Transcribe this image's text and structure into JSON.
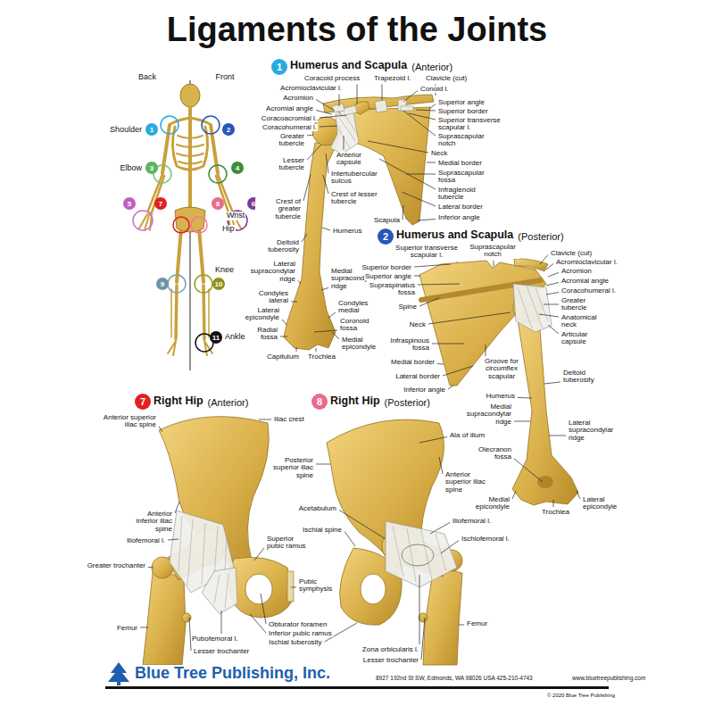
{
  "diagram": {
    "title": "Ligaments of the Joints",
    "nodes": [
      {
        "text": [
          "1"
        ]
      },
      {
        "text": [
          "2"
        ]
      },
      {
        "text": [
          "3"
        ]
      },
      {
        "text": [
          "4"
        ]
      },
      {
        "text": [
          "5"
        ]
      },
      {
        "text": [
          "6"
        ]
      },
      {
        "text": [
          "7"
        ]
      },
      {
        "text": [
          "8"
        ]
      },
      {
        "text": [
          "9"
        ]
      },
      {
        "text": [
          "10"
        ]
      },
      {
        "text": [
          "11"
        ]
      },
      {
        "text": [
          "1"
        ]
      },
      {
        "text": [
          "2"
        ]
      },
      {
        "text": [
          "7"
        ]
      },
      {
        "text": [
          "8"
        ]
      }
    ],
    "labels": [
      "Back",
      "Front",
      "Shoulder",
      "Elbow",
      "Wrist",
      "Hip",
      "Knee",
      "Ankle",
      "Humerus and Scapula",
      "(Anterior)",
      "Coracoid process",
      "Trapezoid l.",
      "Clavicle (cut)",
      "Acromioclavicular l.",
      "Conoid l.",
      "Acromion",
      "Superior angle",
      "Acromial angle",
      "Superior border",
      "Coracoacromial l.",
      "Superior transverse scapular l.",
      "Coracohumeral l.",
      "Greater tubercle",
      "Suprascapular notch",
      "Neck",
      "Anterior capsule",
      "Lesser tubercle",
      "Medial border",
      "Suprascapular fossa",
      "Intertubercular sulcus",
      "Infraglenoid tubercle",
      "Crest of lesser tubercle",
      "Crest of greater tubercle",
      "Lateral border",
      "Inferior angle",
      "Scapula",
      "Humerus",
      "Deltoid tuberosity",
      "Lateral supracondylar ridge",
      "Medial supracondylar ridge",
      "Condyles lateral",
      "Condyles medial",
      "Lateral epicondyle",
      "Coronoid fossa",
      "Radial fossa",
      "Medial epicondyle",
      "Capitulum",
      "Trochlea",
      "Humerus and Scapula",
      "(Posterior)",
      "Superior transverse scapular l.",
      "Suprascapular notch",
      "Clavicle (cut)",
      "Superior border",
      "Acromioclavicular l.",
      "Acromion",
      "Superior angle",
      "Acromial angle",
      "Supraspinatus fossa",
      "Coracohumeral l.",
      "Greater tubercle",
      "Spine",
      "Anatomical neck",
      "Neck",
      "Articular capsule",
      "Infraspinous fossa",
      "Groove for circumflex scapular",
      "Medial border",
      "Deltoid tuberosity",
      "Lateral border",
      "Inferior angle",
      "Humerus",
      "Medial supracondylar ridge",
      "Lateral supracondylar ridge",
      "Olecranon fossa",
      "Medial epicondyle",
      "Trochlea",
      "Lateral epicondyle",
      "Right Hip",
      "(Anterior)",
      "Anterior superior iliac spine",
      "Iliac crest",
      "Posterior superior iliac spine",
      "Anterior inferior iliac spine",
      "Iliofemoral l.",
      "Superior pubic ramus",
      "Greater trochanter",
      "Pubic symphysis",
      "Obturator foramen",
      "Femur",
      "Inferior pubic ramus",
      "Pubofemoral l.",
      "Ischial tuberosity",
      "Lesser trochanter",
      "Right Hip",
      "(Posterior)",
      "Ala of ilium",
      "Anterior superior iliac spine",
      "Acetabulum",
      "Iliofemoral l.",
      "Ischial spine",
      "Ischiofemoral l.",
      "Femur",
      "Zona orbicularis l.",
      "Lesser trochanter",
      "Blue Tree Publishing, Inc.",
      "8927 192nd St SW, Edmonds, WA 98026 USA 425-210-4743",
      "www.bluetreepublishing.com",
      "© 2020 Blue Tree Publishing"
    ]
  }
}
